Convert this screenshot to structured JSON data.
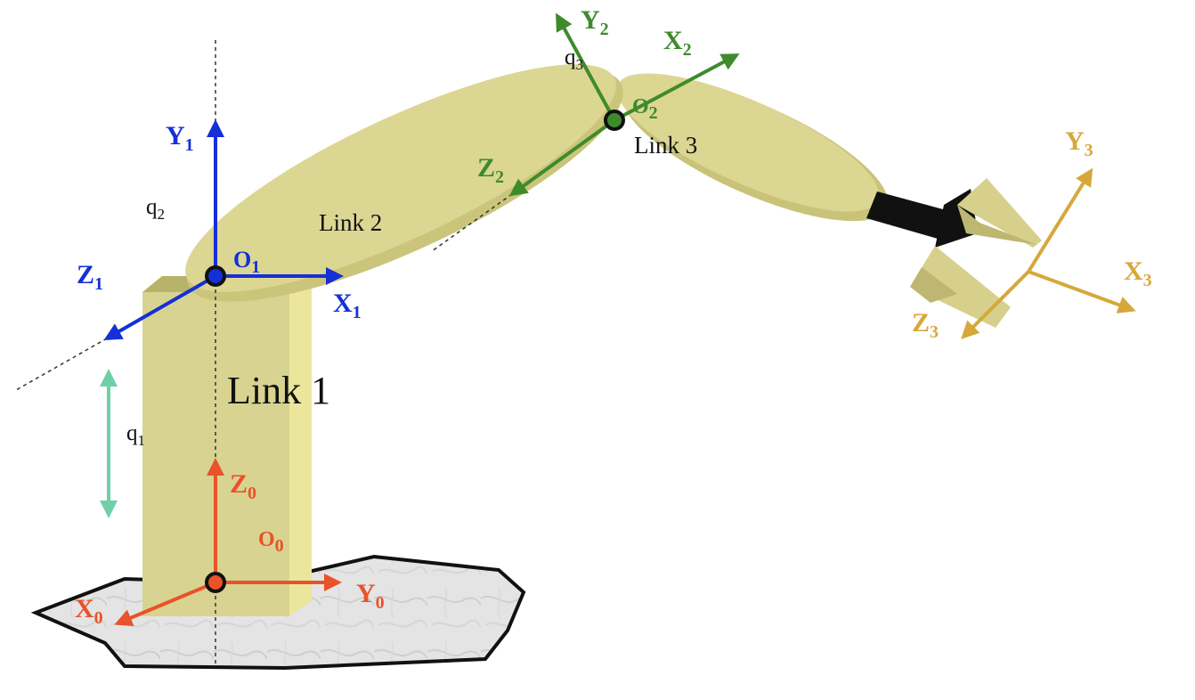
{
  "colors": {
    "frame0": "#e8532a",
    "frame1": "#1530d6",
    "frame2": "#3e8b2b",
    "frame3": "#d6a83a",
    "link_fill": "#dcd693",
    "link_side": "#c5bf72",
    "base": "#e6e6e6",
    "q1_arrow": "#6fd0a8",
    "gripper_black": "#111111"
  },
  "frames": {
    "f0": {
      "x": "X",
      "y": "Y",
      "z": "Z",
      "o": "O",
      "sub": "0"
    },
    "f1": {
      "x": "X",
      "y": "Y",
      "z": "Z",
      "o": "O",
      "sub": "1"
    },
    "f2": {
      "x": "X",
      "y": "Y",
      "z": "Z",
      "o": "O",
      "sub": "2"
    },
    "f3": {
      "x": "X",
      "y": "Y",
      "z": "Z",
      "sub": "3"
    }
  },
  "links": {
    "link1": "Link 1",
    "link2": "Link 2",
    "link3": "Link 3"
  },
  "joints": {
    "q1": {
      "base": "q",
      "sub": "1"
    },
    "q2": {
      "base": "q",
      "sub": "2"
    },
    "q3": {
      "base": "q",
      "sub": "3"
    }
  }
}
